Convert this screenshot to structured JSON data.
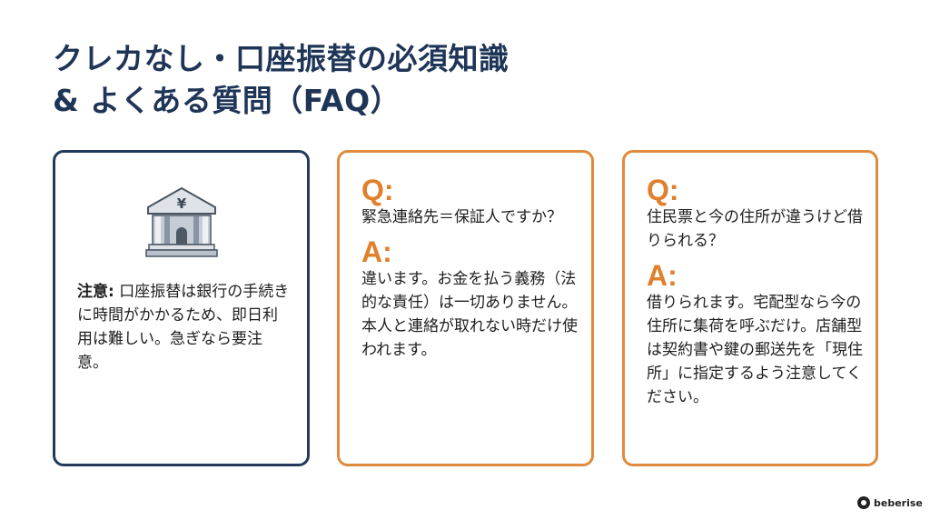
{
  "title": {
    "line1": "クレカなし・口座振替の必須知識",
    "line2": "& よくある質問（FAQ）"
  },
  "cards": [
    {
      "type": "note",
      "icon": "bank-yen-icon",
      "label": "注意:",
      "text": "口座振替は銀行の手続きに時間がかかるため、即日利用は難しい。急ぎなら要注意。"
    },
    {
      "type": "faq",
      "q_label": "Q:",
      "question": "緊急連絡先＝保証人ですか？",
      "a_label": "A:",
      "answer": "違います。お金を払う義務（法的な責任）は一切ありません。本人と連絡が取れない時だけ使われます。"
    },
    {
      "type": "faq",
      "q_label": "Q:",
      "question": "住民票と今の住所が違うけど借りられる？",
      "a_label": "A:",
      "answer": "借りられます。宅配型なら今の住所に集荷を呼ぶだけ。店舗型は契約書や鍵の郵送先を「現住所」に指定するよう注意してください。"
    }
  ],
  "brand": {
    "name": "beberise"
  },
  "colors": {
    "navy": "#1f3557",
    "orange": "#e07f2c"
  }
}
